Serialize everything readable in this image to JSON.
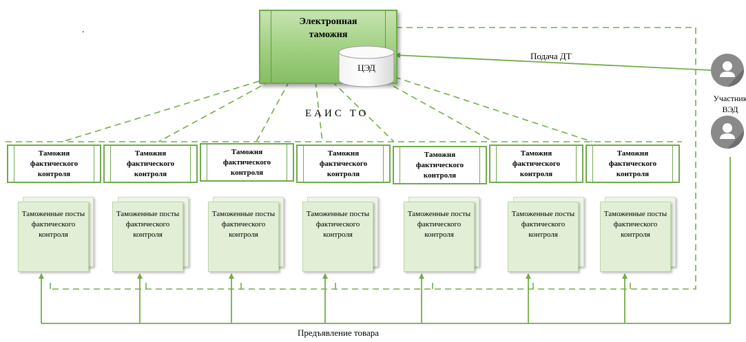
{
  "top": {
    "title": "Электронная таможня",
    "db_label": "ЦЭД"
  },
  "labels": {
    "network": "ЕАИС ТО",
    "submission": "Подача ДТ",
    "participant": "Участник ВЭД",
    "presentation": "Предъявление товара",
    "dot": "."
  },
  "customs": [
    {
      "label": "Таможня фактического контроля"
    },
    {
      "label": "Таможня фактического контроля"
    },
    {
      "label": "Таможня фактического контроля"
    },
    {
      "label": "Таможня фактического контроля"
    },
    {
      "label": "Таможня фактического контроля"
    },
    {
      "label": "Таможня фактического контроля"
    },
    {
      "label": "Таможня фактического контроля"
    }
  ],
  "posts": [
    {
      "label": "Таможенные посты фактического контроля"
    },
    {
      "label": "Таможенные посты фактического контроля"
    },
    {
      "label": "Таможенные посты фактического контроля"
    },
    {
      "label": "Таможенные посты фактического контроля"
    },
    {
      "label": "Таможенные посты фактического контроля"
    },
    {
      "label": "Таможенные посты фактического контроля"
    },
    {
      "label": "Таможенные посты фактического контроля"
    }
  ],
  "colors": {
    "line": "#70ad47",
    "box_border": "#6ea94b",
    "avatar": "#8a8a8a"
  },
  "icons": [
    "user-icon",
    "user-icon",
    "database-icon"
  ]
}
